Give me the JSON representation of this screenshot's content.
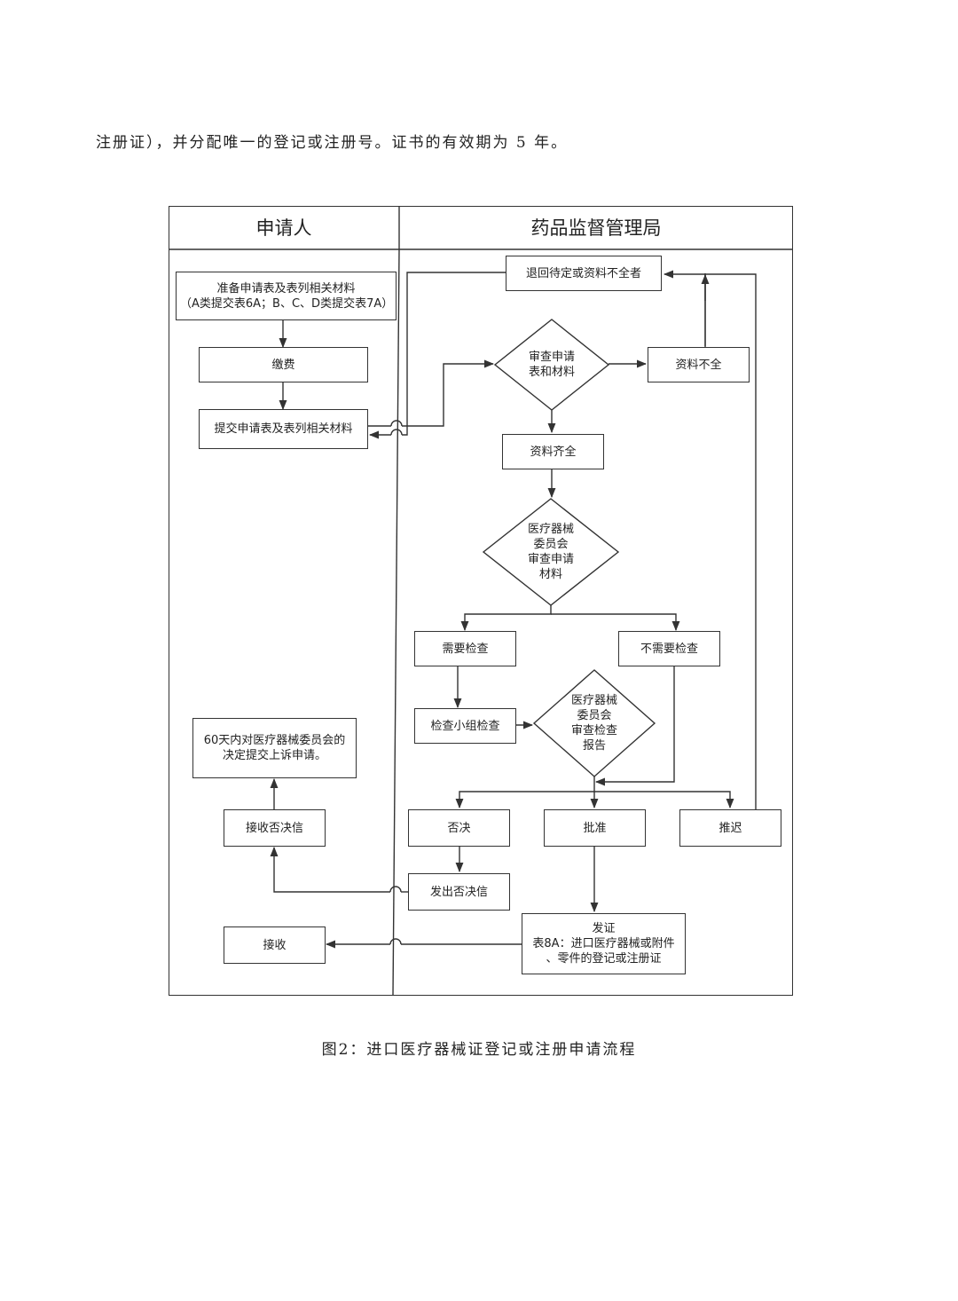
{
  "intro_text": "注册证），并分配唯一的登记或注册号。证书的有效期为 5 年。",
  "lanes": {
    "applicant": "申请人",
    "authority": "药品监督管理局"
  },
  "nodes": {
    "prepare": "准备申请表及表列相关材料\n（A类提交表6A；B、C、D类提交表7A）",
    "pay": "缴费",
    "submit": "提交申请表及表列相关材料",
    "return_pending": "退回待定或资料不全者",
    "review_application": "审查申请\n表和材料",
    "incomplete": "资料不全",
    "complete": "资料齐全",
    "committee_review": "医疗器械\n委员会\n审查申请\n材料",
    "need_inspection": "需要检查",
    "no_inspection": "不需要检查",
    "team_inspection": "检查小组检查",
    "committee_report": "医疗器械\n委员会\n审查检查\n报告",
    "reject": "否决",
    "approve": "批准",
    "delay": "推迟",
    "send_rejection": "发出否决信",
    "issue_certificate": "发证\n表8A：进口医疗器械或附件\n、零件的登记或注册证",
    "receive_rejection": "接收否决信",
    "appeal": "60天内对医疗器械委员会的\n决定提交上诉申请。",
    "receive": "接收"
  },
  "caption": "图2：进口医疗器械证登记或注册申请流程"
}
